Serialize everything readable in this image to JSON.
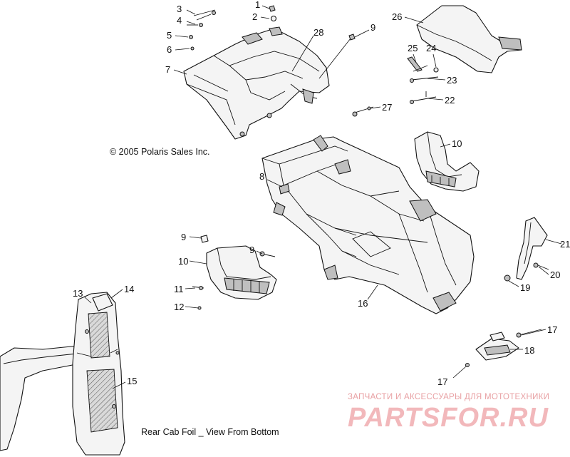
{
  "diagram": {
    "copyright": "© 2005 Polaris Sales Inc.",
    "inset_caption": "Rear Cab Foil _ View From Bottom",
    "callouts": [
      {
        "id": "c3",
        "label": "3"
      },
      {
        "id": "c4",
        "label": "4"
      },
      {
        "id": "c5",
        "label": "5"
      },
      {
        "id": "c6",
        "label": "6"
      },
      {
        "id": "c7",
        "label": "7"
      },
      {
        "id": "c1",
        "label": "1"
      },
      {
        "id": "c2",
        "label": "2"
      },
      {
        "id": "c28",
        "label": "28"
      },
      {
        "id": "c9a",
        "label": "9"
      },
      {
        "id": "c27",
        "label": "27"
      },
      {
        "id": "c26",
        "label": "26"
      },
      {
        "id": "c25",
        "label": "25"
      },
      {
        "id": "c24",
        "label": "24"
      },
      {
        "id": "c23",
        "label": "23"
      },
      {
        "id": "c22",
        "label": "22"
      },
      {
        "id": "c10a",
        "label": "10"
      },
      {
        "id": "c8",
        "label": "8"
      },
      {
        "id": "c9b",
        "label": "9"
      },
      {
        "id": "c9c",
        "label": "9"
      },
      {
        "id": "c10b",
        "label": "10"
      },
      {
        "id": "c11",
        "label": "11"
      },
      {
        "id": "c12",
        "label": "12"
      },
      {
        "id": "c16",
        "label": "16"
      },
      {
        "id": "c21",
        "label": "21"
      },
      {
        "id": "c20",
        "label": "20"
      },
      {
        "id": "c19",
        "label": "19"
      },
      {
        "id": "c13",
        "label": "13"
      },
      {
        "id": "c14",
        "label": "14"
      },
      {
        "id": "c15",
        "label": "15"
      },
      {
        "id": "c17a",
        "label": "17"
      },
      {
        "id": "c18",
        "label": "18"
      },
      {
        "id": "c17b",
        "label": "17"
      }
    ]
  },
  "watermark": {
    "tagline": "ЗАПЧАСТИ И АКСЕССУАРЫ ДЛЯ МОТОТЕХНИКИ",
    "logo": "PARTSFOR.RU",
    "color": "#f2b8bb"
  }
}
